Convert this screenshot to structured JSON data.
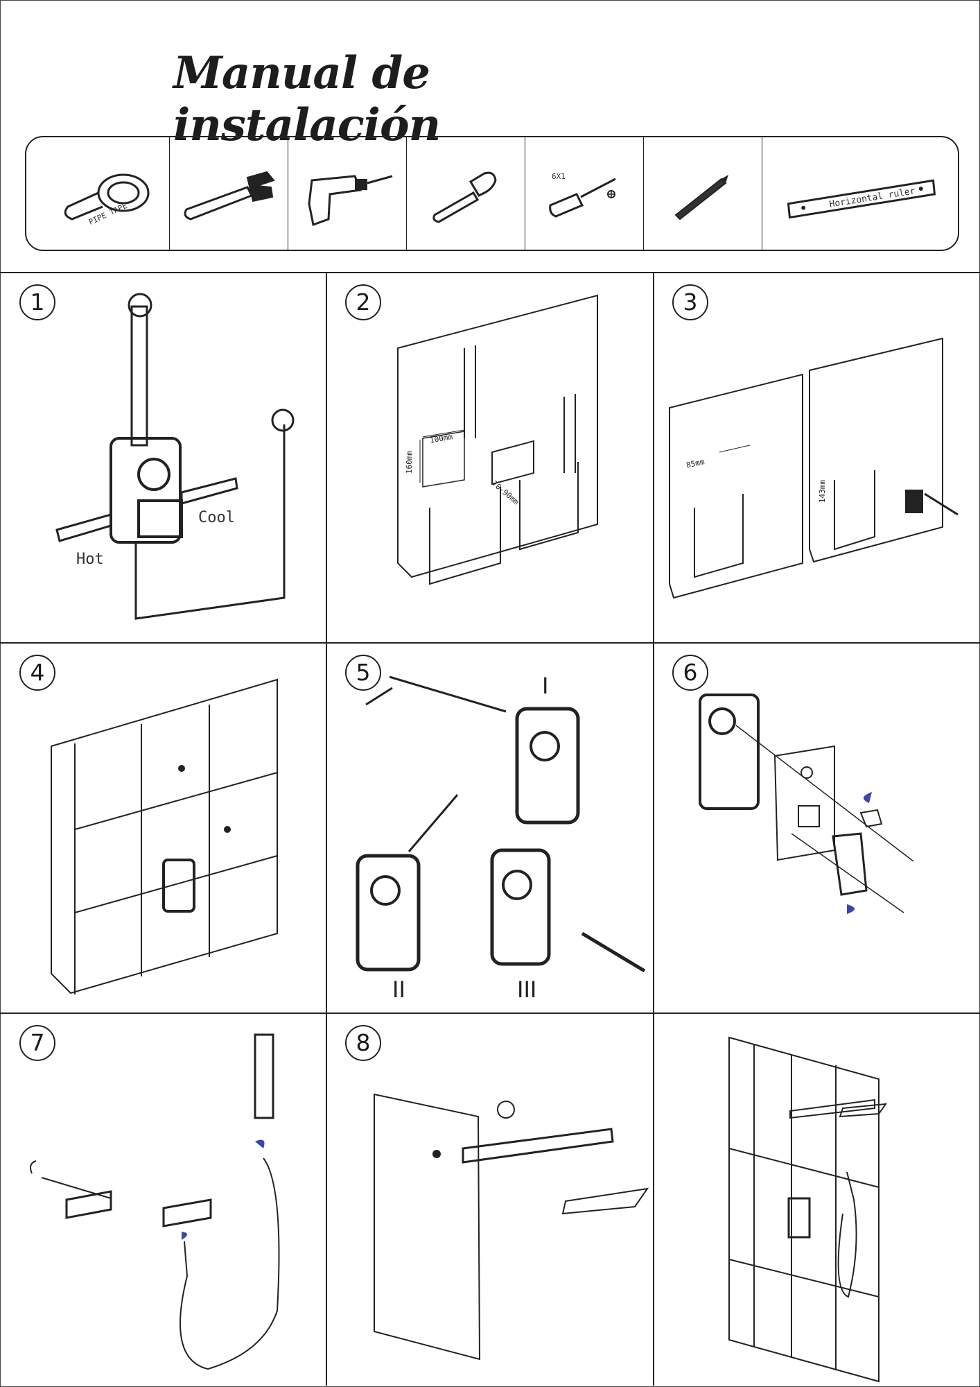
{
  "title": "Manual de instalación",
  "tools": [
    {
      "icon": "pipe-tape-icon",
      "text": "PIPE TAPE"
    },
    {
      "icon": "wrench-icon",
      "text": ""
    },
    {
      "icon": "drill-icon",
      "text": ""
    },
    {
      "icon": "hammer-icon",
      "text": ""
    },
    {
      "icon": "screwdriver-icon",
      "text": "6X1"
    },
    {
      "icon": "pencil-icon",
      "text": ""
    },
    {
      "icon": "level-ruler-icon",
      "text": "Horizontal ruler"
    }
  ],
  "steps": [
    {
      "number": "1",
      "labels": {
        "hot": "Hot",
        "cool": "Cool"
      }
    },
    {
      "number": "2",
      "dims": {
        "width": "100mm",
        "height": "160mm",
        "depth": "70-90mm"
      }
    },
    {
      "number": "3",
      "dims": {
        "width": "85mm",
        "height": "143mm"
      }
    },
    {
      "number": "4"
    },
    {
      "number": "5",
      "romans": [
        "I",
        "II",
        "III"
      ]
    },
    {
      "number": "6"
    },
    {
      "number": "7"
    },
    {
      "number": "8"
    },
    {
      "number": ""
    }
  ]
}
